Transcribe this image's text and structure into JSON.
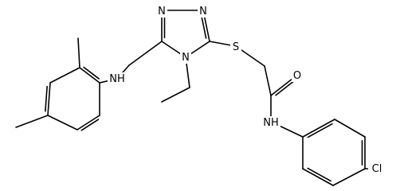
{
  "molecule": {
    "atoms": {
      "n_triazole_1": "N",
      "n_triazole_2": "N",
      "n_triazole_4": "N",
      "sulfur": "S",
      "oxygen": "O",
      "nh_amide": "NH",
      "nh_amine": "NH",
      "chlorine": "Cl"
    }
  }
}
